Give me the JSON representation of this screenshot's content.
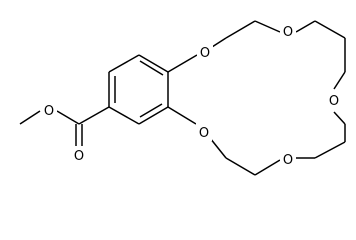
{
  "molecule": {
    "description_type": "skeletal-structure",
    "atom_labels": {
      "o_crown_1": "O",
      "o_crown_2": "O",
      "o_crown_3": "O",
      "o_crown_4": "O",
      "o_crown_5": "O",
      "o_ester_single": "O",
      "o_ester_carbonyl": "O"
    }
  }
}
